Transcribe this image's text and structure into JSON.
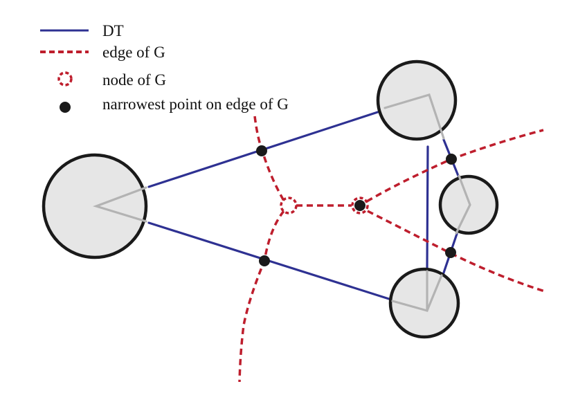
{
  "legend": {
    "items": [
      {
        "key": "dt",
        "label": "DT",
        "symbol": "solid-line"
      },
      {
        "key": "edge",
        "label": "edge of G",
        "symbol": "dashed-line"
      },
      {
        "key": "node",
        "label": "node of G",
        "symbol": "dashed-circle"
      },
      {
        "key": "narrow",
        "label": "narrowest point on edge of G",
        "symbol": "filled-dot"
      }
    ]
  },
  "colors": {
    "dt_line": "#2e3192",
    "graph_edge": "#be1e2d",
    "circle_fill": "#e6e6e6",
    "circle_stroke": "#1a1a1a",
    "inner_line": "#b3b3b3",
    "dot": "#1a1a1a"
  }
}
